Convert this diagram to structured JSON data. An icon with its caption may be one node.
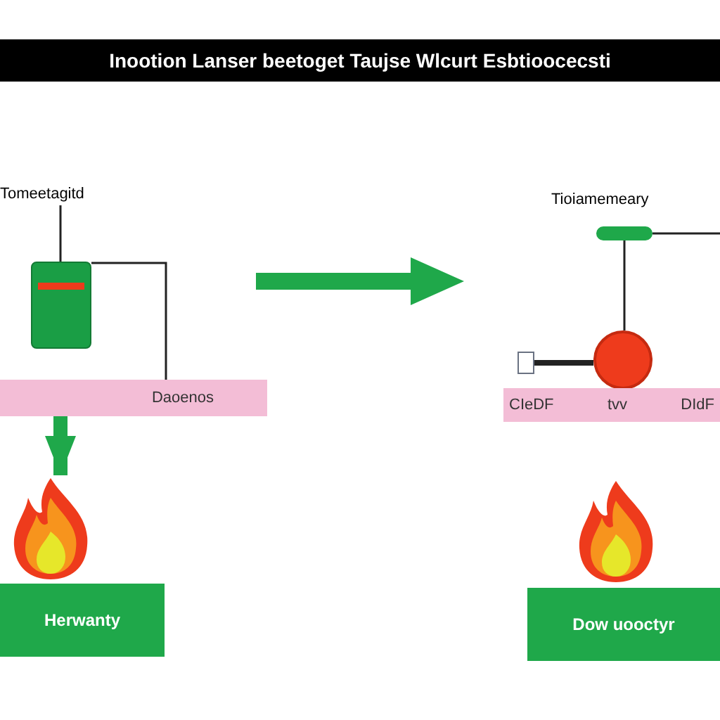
{
  "diagram": {
    "title": "Inootion Lanser beetoget Taujse Wlcurt Esbtioocecsti",
    "nodes": [
      {
        "text": [
          "Tomeetagitd"
        ]
      },
      {
        "text": [],
        "shape": "box"
      },
      {
        "text": [
          "Daoenos"
        ]
      },
      {
        "text": [],
        "shape": "picture"
      },
      {
        "text": [
          "Herwanty"
        ]
      },
      {
        "text": [
          "Tioiamemeary"
        ]
      },
      {
        "text": [],
        "shape": "ellipse"
      },
      {
        "text": [],
        "shape": "circle"
      },
      {
        "text": [],
        "shape": "box"
      },
      {
        "text": [
          "CIeDF",
          "tvv",
          "DIdF"
        ]
      },
      {
        "text": [],
        "shape": "picture"
      },
      {
        "text": [
          "Dow uooctyr"
        ]
      }
    ],
    "edges": [
      {
        "from": 0,
        "to": 1,
        "arrow": "none"
      },
      {
        "from": 2,
        "to": 3,
        "arrow": "to",
        "style": "thick",
        "color": "#1fa84a"
      },
      {
        "from": 1,
        "to": 2,
        "arrow": "none"
      },
      {
        "from": 6,
        "to": 7,
        "arrow": "none"
      },
      {
        "from": 8,
        "to": 7,
        "arrow": "none",
        "style": "thick"
      },
      {
        "from": 6,
        "to": null,
        "arrow": "none"
      }
    ]
  }
}
